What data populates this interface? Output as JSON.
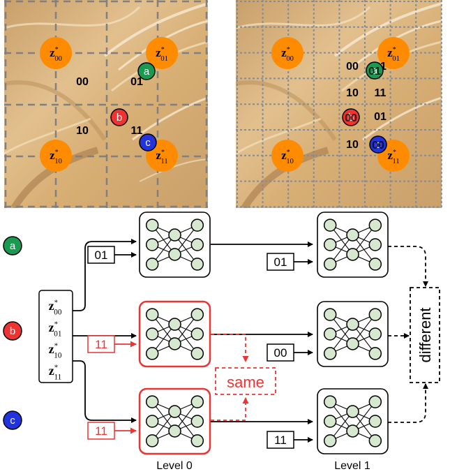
{
  "colors": {
    "orange": "#ff8c00",
    "green": "#1a9a50",
    "red": "#ee3333",
    "blue": "#2233dd",
    "highlight": "#ee3333",
    "node_fill": "#d6e9cf",
    "background_texture": "#d9b27a"
  },
  "left_panel": {
    "latents": [
      {
        "base": "z",
        "sub": "00",
        "sup": "*"
      },
      {
        "base": "z",
        "sub": "01",
        "sup": "*"
      },
      {
        "base": "z",
        "sub": "10",
        "sup": "*"
      },
      {
        "base": "z",
        "sub": "11",
        "sup": "*"
      }
    ],
    "region_codes": [
      "00",
      "01",
      "10",
      "11"
    ],
    "points": [
      "a",
      "b",
      "c"
    ]
  },
  "right_panel": {
    "latents": [
      {
        "base": "z",
        "sub": "00",
        "sup": "*"
      },
      {
        "base": "z",
        "sub": "01",
        "sup": "*"
      },
      {
        "base": "z",
        "sub": "10",
        "sup": "*"
      },
      {
        "base": "z",
        "sub": "11",
        "sup": "*"
      }
    ],
    "region_codes": [
      "00",
      "01",
      "10",
      "11",
      "01",
      "10"
    ],
    "points": [
      "a",
      "b",
      "c"
    ],
    "point_overlays": [
      "01",
      "00",
      "00"
    ]
  },
  "flow": {
    "inputs": [
      "a",
      "b",
      "c"
    ],
    "latent_stack": [
      {
        "base": "z",
        "sub": "00",
        "sup": "*"
      },
      {
        "base": "z",
        "sub": "01",
        "sup": "*"
      },
      {
        "base": "z",
        "sub": "10",
        "sup": "*"
      },
      {
        "base": "z",
        "sub": "11",
        "sup": "*"
      }
    ],
    "level0_codes": [
      "01",
      "11",
      "11"
    ],
    "level1_codes": [
      "01",
      "00",
      "11"
    ],
    "same_label": "same",
    "different_label": "different",
    "level_labels": [
      "Level 0",
      "Level 1"
    ]
  }
}
